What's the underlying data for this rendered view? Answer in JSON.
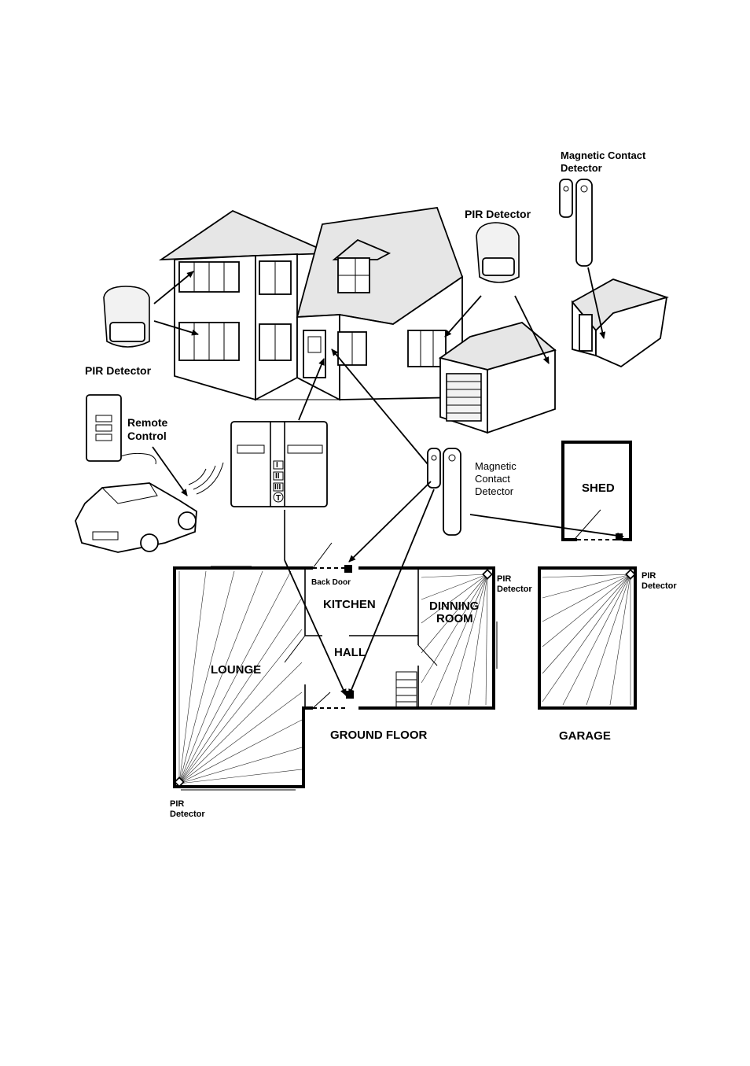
{
  "labels": {
    "pir_detector_top": "PIR Detector",
    "pir_detector_left": "PIR Detector",
    "magnetic_contact_top_line1": "Magnetic Contact",
    "magnetic_contact_top_line2": "Detector",
    "magnetic_contact_mid_line1": "Magnetic",
    "magnetic_contact_mid_line2": "Contact",
    "magnetic_contact_mid_line3": "Detector",
    "remote_control_line1": "Remote",
    "remote_control_line2": "Control",
    "shed": "SHED",
    "back_door": "Back Door",
    "kitchen": "KITCHEN",
    "dinning_room_line1": "DINNING",
    "dinning_room_line2": "ROOM",
    "hall": "HALL",
    "lounge": "LOUNGE",
    "ground_floor": "GROUND FLOOR",
    "garage": "GARAGE",
    "pir_dining_line1": "PIR",
    "pir_dining_line2": "Detector",
    "pir_garage_line1": "PIR",
    "pir_garage_line2": "Detector",
    "pir_lounge_line1": "PIR",
    "pir_lounge_line2": "Detector"
  },
  "control_panel": {
    "buttons": [
      "I",
      "II",
      "III"
    ],
    "key_symbol": "T"
  }
}
